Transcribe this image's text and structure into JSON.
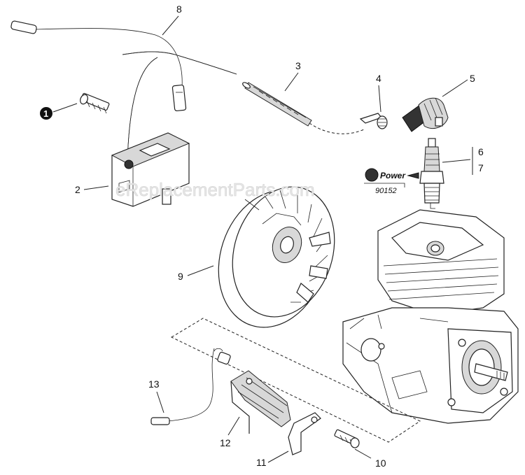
{
  "watermark": "eReplacementParts.com",
  "brand": {
    "name": "Power",
    "number": "90152"
  },
  "callouts": {
    "c1": "1",
    "c2": "2",
    "c3": "3",
    "c4": "4",
    "c5": "5",
    "c6": "6",
    "c7": "7",
    "c8": "8",
    "c9": "9",
    "c10": "10",
    "c11": "11",
    "c12": "12",
    "c13": "13"
  }
}
